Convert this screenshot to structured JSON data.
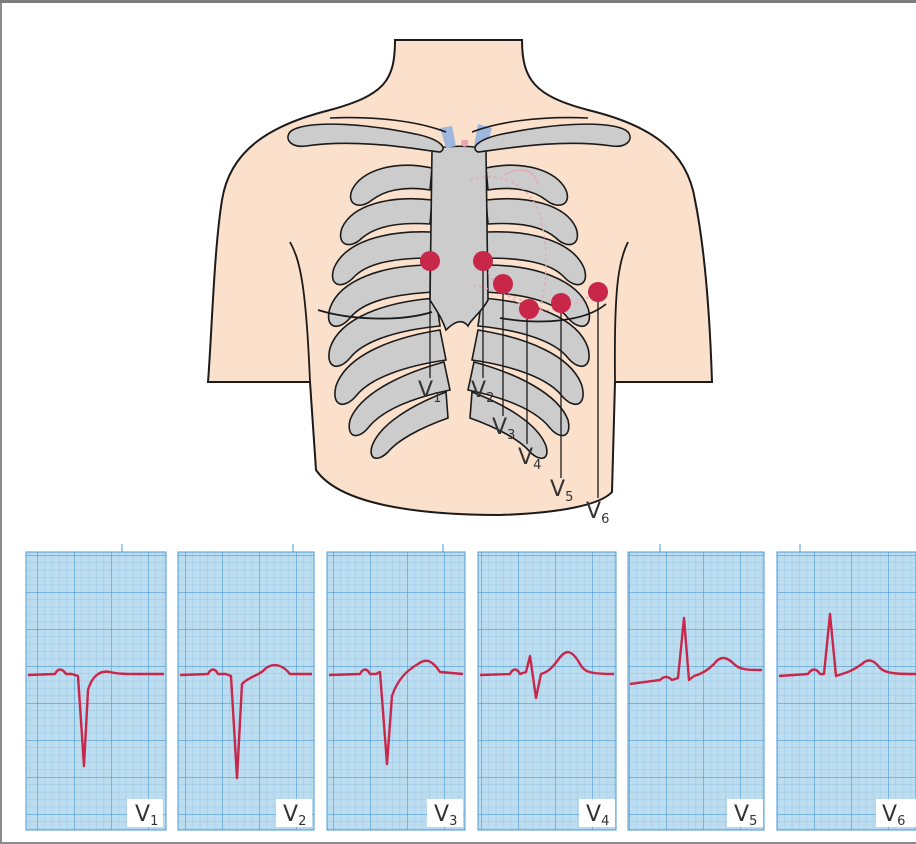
{
  "colors": {
    "skin": "#fbe0cc",
    "bone": "#cdcccc",
    "outline": "#1b1b1b",
    "electrode": "#c8274a",
    "grid_bg": "#bcdcf0",
    "grid_minor": "#8fc1e4",
    "grid_major": "#4d9bd3",
    "trace": "#c8274a"
  },
  "electrodes": [
    {
      "lead": "V",
      "sub": "1"
    },
    {
      "lead": "V",
      "sub": "2"
    },
    {
      "lead": "V",
      "sub": "3"
    },
    {
      "lead": "V",
      "sub": "4"
    },
    {
      "lead": "V",
      "sub": "5"
    },
    {
      "lead": "V",
      "sub": "6"
    }
  ],
  "strips": [
    {
      "lead": "V",
      "sub": "1"
    },
    {
      "lead": "V",
      "sub": "2"
    },
    {
      "lead": "V",
      "sub": "3"
    },
    {
      "lead": "V",
      "sub": "4"
    },
    {
      "lead": "V",
      "sub": "5"
    },
    {
      "lead": "V",
      "sub": "6"
    }
  ]
}
